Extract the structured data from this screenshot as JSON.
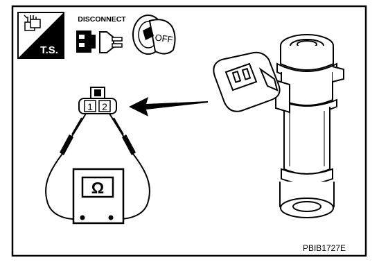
{
  "header": {
    "ts_label": "T.S.",
    "disconnect_label": "DISCONNECT",
    "ignition_label": "OFF"
  },
  "connector": {
    "pins": [
      "1",
      "2"
    ]
  },
  "meter": {
    "symbol": "Ω"
  },
  "figure": {
    "code": "PBIB1727E"
  },
  "colors": {
    "ink": "#000000",
    "paper": "#ffffff"
  },
  "icons": [
    "ts-icon",
    "disconnect-connector-icon",
    "ignition-key-off-icon",
    "arrow-icon"
  ]
}
